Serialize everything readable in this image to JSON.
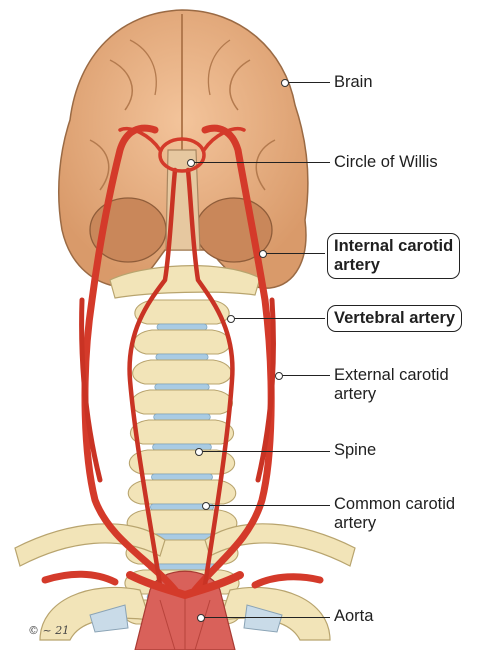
{
  "labels": {
    "brain": "Brain",
    "circle_of_willis": "Circle of Willis",
    "internal_carotid": "Internal carotid\nartery",
    "vertebral": "Vertebral artery",
    "external_carotid": "External carotid\nartery",
    "spine": "Spine",
    "common_carotid": "Common carotid\nartery",
    "aorta": "Aorta"
  },
  "signature": "© ~ 21",
  "colors": {
    "brain": "#e8b083",
    "brain_shadow": "#c98d5f",
    "artery": "#d43a2a",
    "artery_dark": "#a82418",
    "bone": "#f2e4b8",
    "bone_shadow": "#d9c48a",
    "disc": "#a9cbe3",
    "muscle": "#d9615a"
  }
}
